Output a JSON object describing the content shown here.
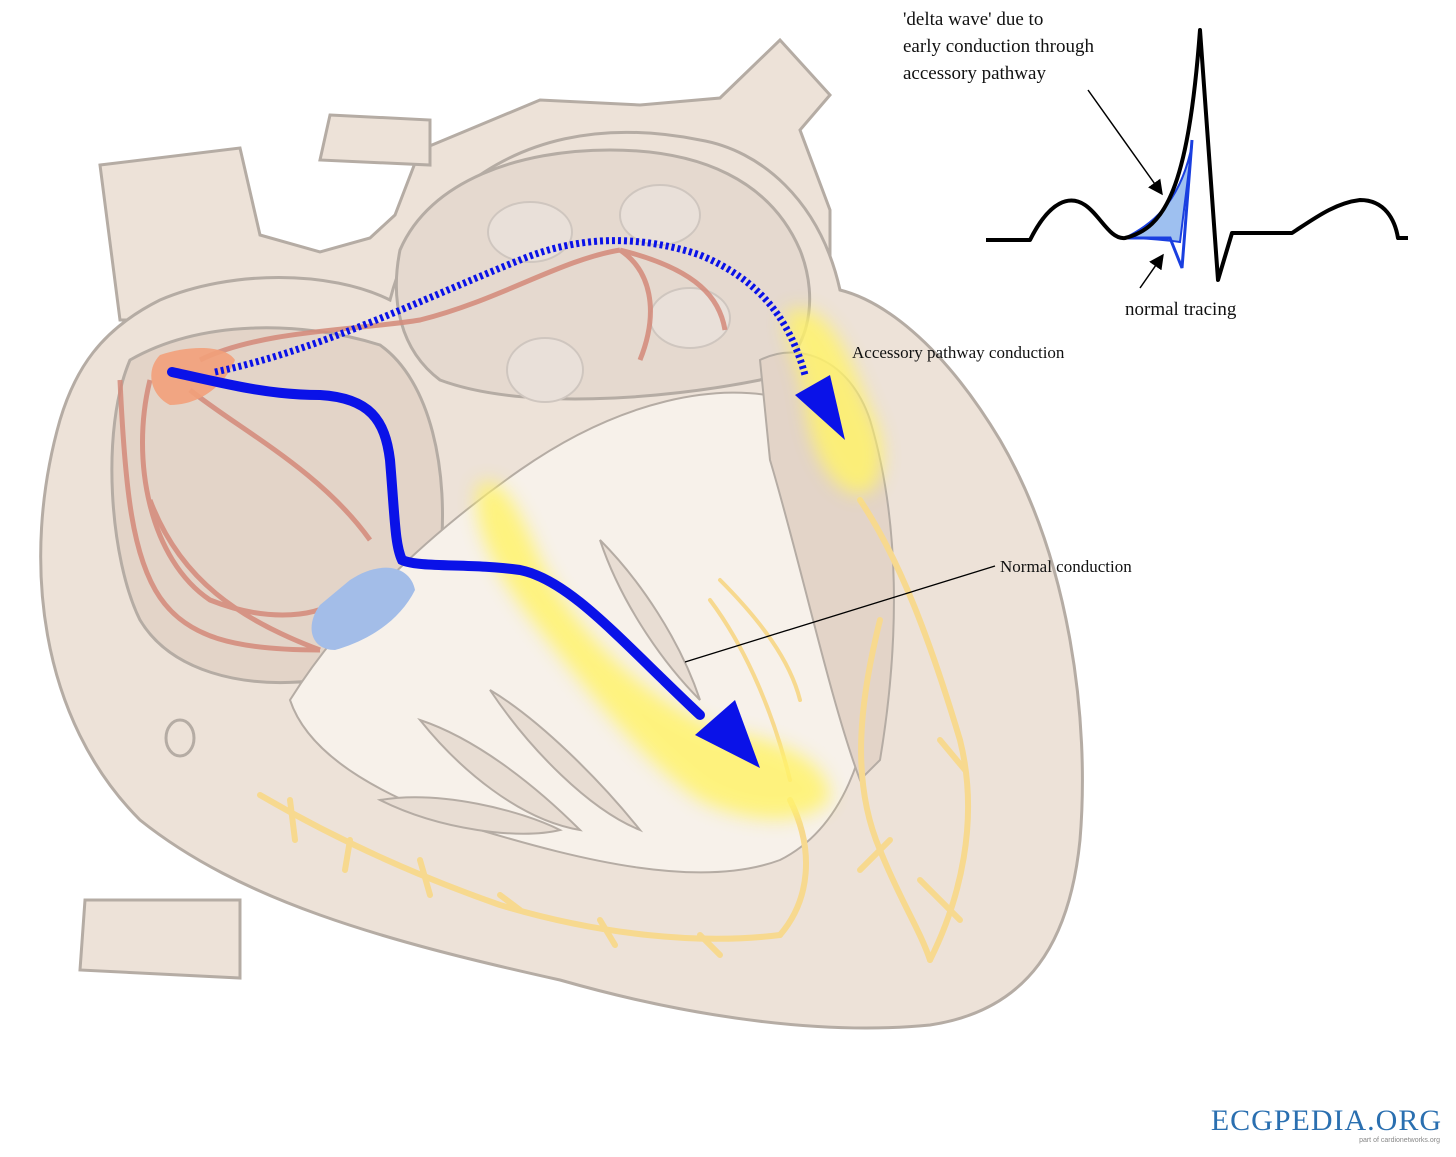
{
  "labels": {
    "delta_wave": [
      "'delta wave' due to",
      "early conduction through",
      "accessory pathway"
    ],
    "normal_tracing": "normal tracing",
    "accessory_conduction": "Accessory pathway conduction",
    "normal_conduction": "Normal conduction"
  },
  "logo": {
    "brand": "ECGPEDIA.ORG",
    "tagline": "part of cardionetworks.org"
  },
  "colors": {
    "heart_fill": "#ede2d8",
    "heart_inner": "#e3d4c8",
    "outline": "#b5aca4",
    "sa_node": "#f2a07a",
    "av_node": "#a3bde8",
    "internodal_tract": "#d48a7a",
    "purkinje": "#f7d98f",
    "conduction_arrow": "#0a12e8",
    "glow": "#fff36a",
    "delta_fill": "#9ec0f0"
  }
}
